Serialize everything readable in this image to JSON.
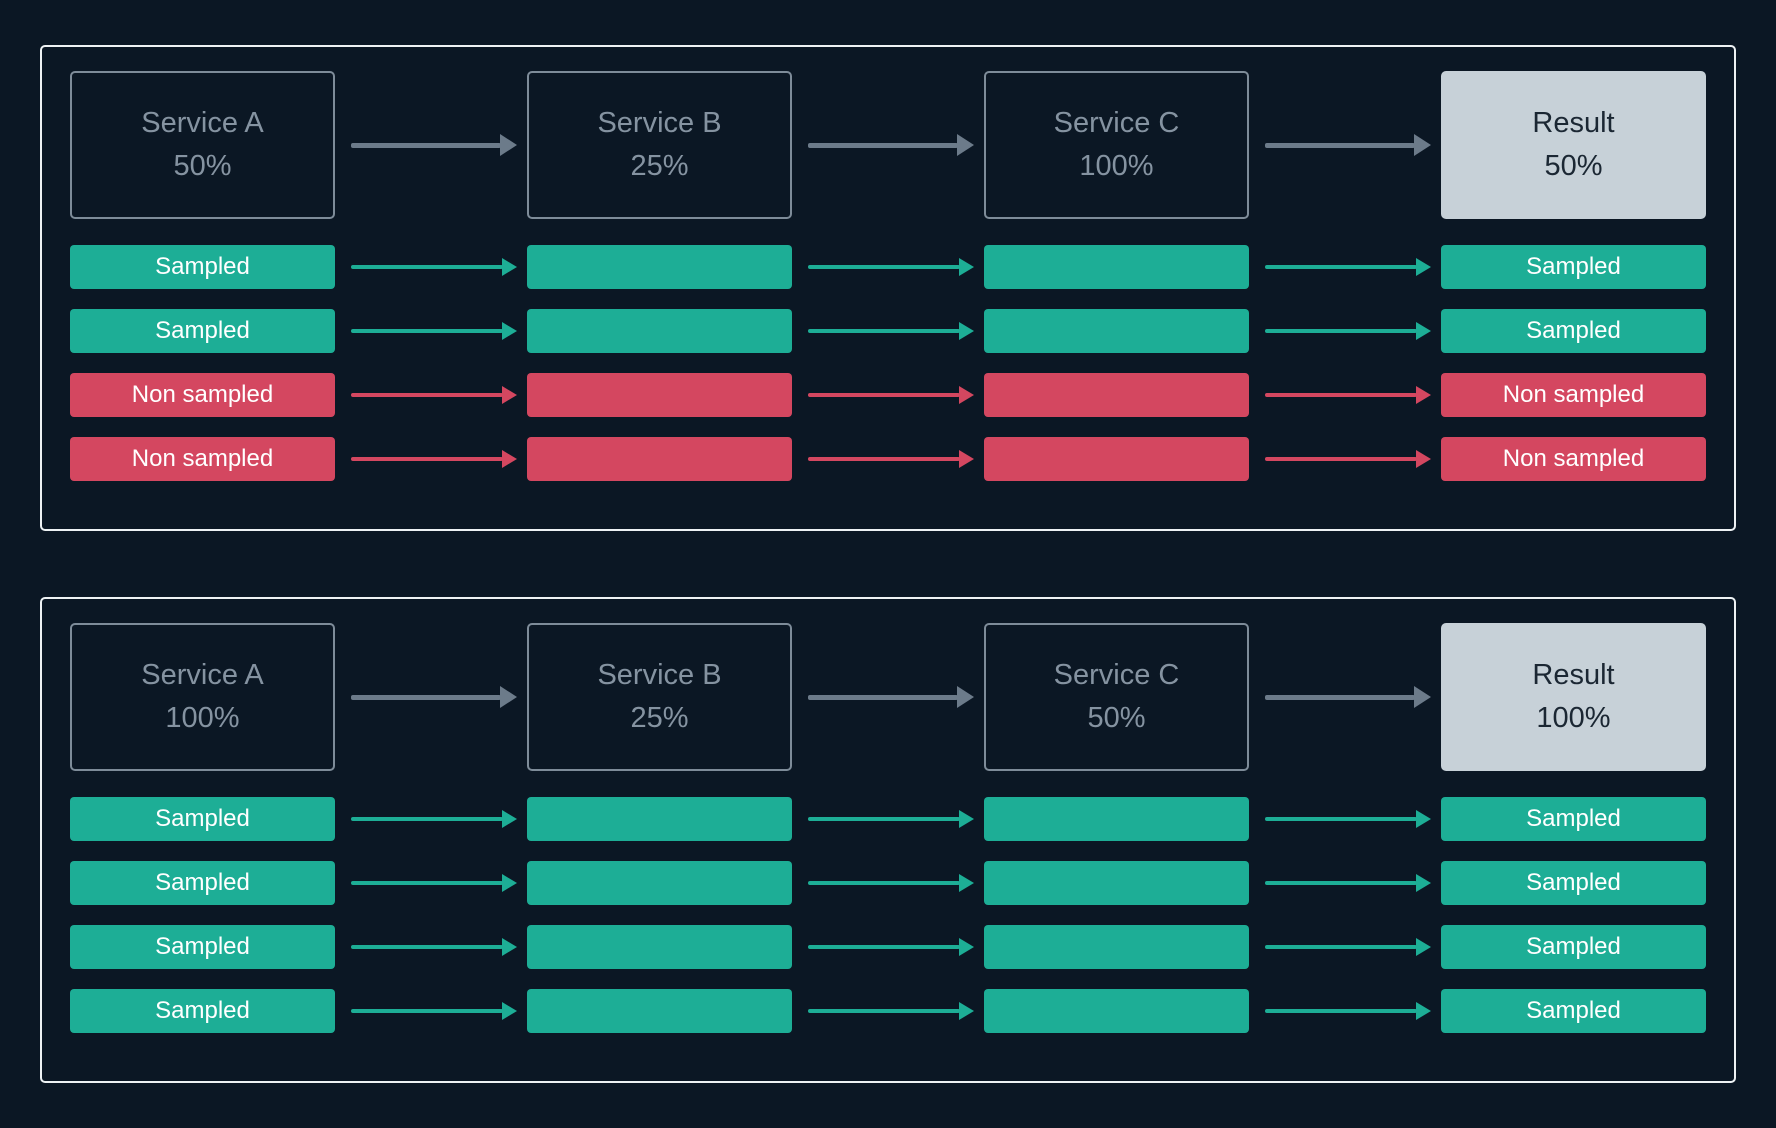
{
  "colors": {
    "background": "#0B1724",
    "panel_border": "#EEF2F4",
    "service_border": "#7E8C99",
    "service_text": "#8593A1",
    "result_bg": "#C7D1D8",
    "result_text": "#1B2733",
    "green": "#1DAE96",
    "red": "#D44760",
    "arrow_gray": "#6C7B8A",
    "pill_text": "#FFFFFF"
  },
  "panels": [
    {
      "services": [
        {
          "name": "Service A",
          "pct": "50%",
          "type": "service"
        },
        {
          "name": "Service B",
          "pct": "25%",
          "type": "service"
        },
        {
          "name": "Service C",
          "pct": "100%",
          "type": "service"
        },
        {
          "name": "Result",
          "pct": "50%",
          "type": "result"
        }
      ],
      "rows": [
        {
          "label": "Sampled",
          "status": "sampled"
        },
        {
          "label": "Sampled",
          "status": "sampled"
        },
        {
          "label": "Non sampled",
          "status": "non_sampled"
        },
        {
          "label": "Non sampled",
          "status": "non_sampled"
        }
      ]
    },
    {
      "services": [
        {
          "name": "Service A",
          "pct": "100%",
          "type": "service"
        },
        {
          "name": "Service B",
          "pct": "25%",
          "type": "service"
        },
        {
          "name": "Service C",
          "pct": "50%",
          "type": "service"
        },
        {
          "name": "Result",
          "pct": "100%",
          "type": "result"
        }
      ],
      "rows": [
        {
          "label": "Sampled",
          "status": "sampled"
        },
        {
          "label": "Sampled",
          "status": "sampled"
        },
        {
          "label": "Sampled",
          "status": "sampled"
        },
        {
          "label": "Sampled",
          "status": "sampled"
        }
      ]
    }
  ]
}
